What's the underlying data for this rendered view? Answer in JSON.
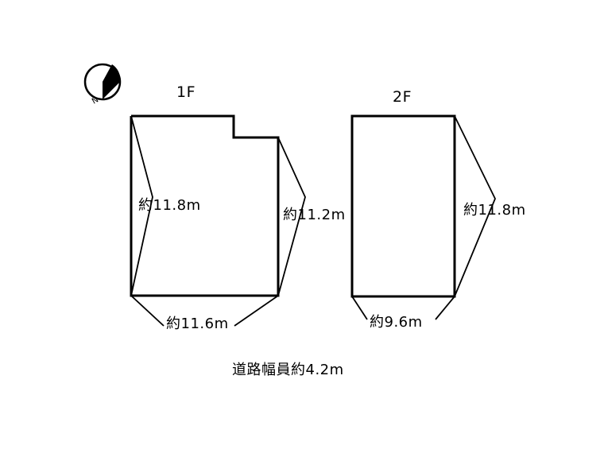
{
  "compass": {
    "icon": "north-arrow-icon",
    "north_label": "N"
  },
  "floors": [
    {
      "id": "1f",
      "title": "1F",
      "dimensions": {
        "left": "約11.8m",
        "right": "約11.2m",
        "bottom": "約11.6m"
      }
    },
    {
      "id": "2f",
      "title": "2F",
      "dimensions": {
        "right": "約11.8m",
        "bottom": "約9.6m"
      }
    }
  ],
  "road_width": "道路幅員約4.2m"
}
